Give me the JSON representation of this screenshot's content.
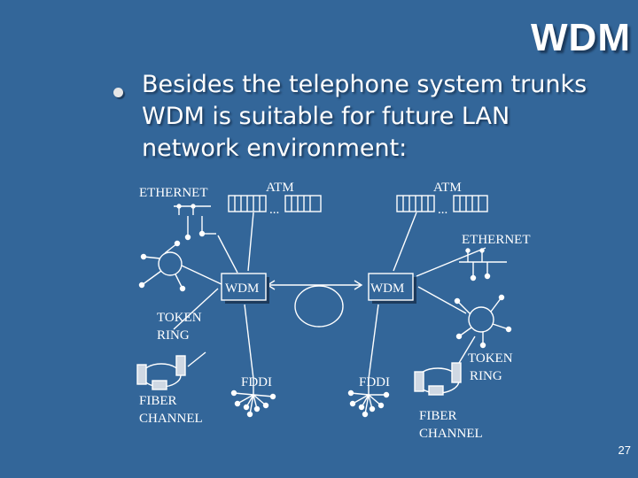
{
  "slide": {
    "title": "WDM",
    "bullet_lines": [
      "Besides the telephone system trunks",
      "WDM is suitable for future LAN",
      "network environment:"
    ],
    "page_number": "27"
  },
  "diagram": {
    "ethernet_left": "ETHERNET",
    "atm_left": "ATM",
    "atm_right": "ATM",
    "ethernet_right": "ETHERNET",
    "wdm_left": "WDM",
    "wdm_right": "WDM",
    "token_ring_left_1": "TOKEN",
    "token_ring_left_2": "RING",
    "token_ring_right_1": "TOKEN",
    "token_ring_right_2": "RING",
    "fddi_left": "FDDI",
    "fddi_right": "FDDI",
    "fiber_channel_left_1": "FIBER",
    "fiber_channel_left_2": "CHANNEL",
    "fiber_channel_right_1": "FIBER",
    "fiber_channel_right_2": "CHANNEL",
    "ellipsis": "..."
  },
  "colors": {
    "background": "#336699",
    "text": "#ffffff",
    "shadow": "#1c3a5c"
  }
}
